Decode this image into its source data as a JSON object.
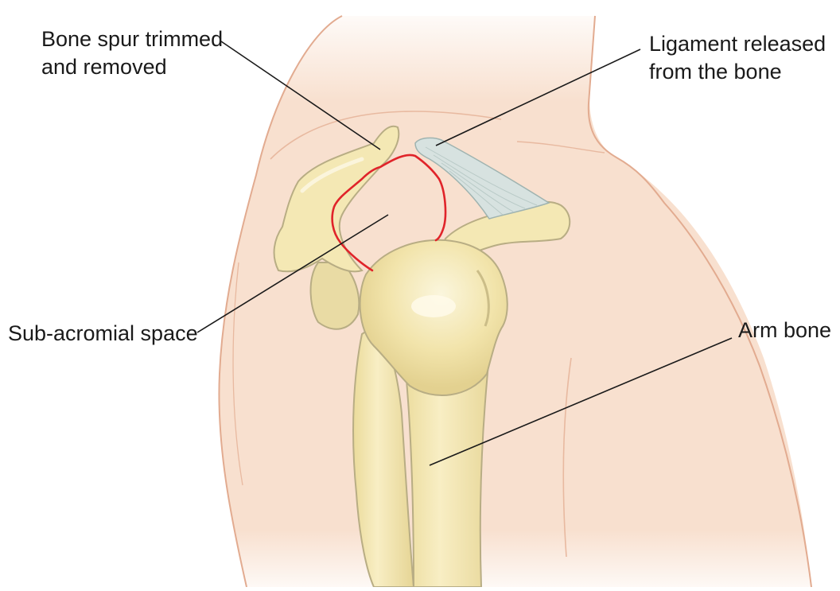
{
  "diagram": {
    "labels": {
      "bone_spur": {
        "line1": "Bone spur trimmed",
        "line2": "and removed"
      },
      "ligament": {
        "line1": "Ligament released",
        "line2": "from the bone"
      },
      "subacromial": {
        "text": "Sub-acromial space"
      },
      "arm_bone": {
        "text": "Arm bone"
      }
    },
    "colors": {
      "skin_fill": "#f8e0cf",
      "skin_outline": "#e2ab90",
      "bone_fill": "#f4e8b4",
      "bone_outline": "#b8ad84",
      "bone_highlight": "#fbf5dc",
      "ligament_fill": "#d7e2e0",
      "cut_line": "#e0242a",
      "leader_line": "#1a1a1a"
    }
  }
}
